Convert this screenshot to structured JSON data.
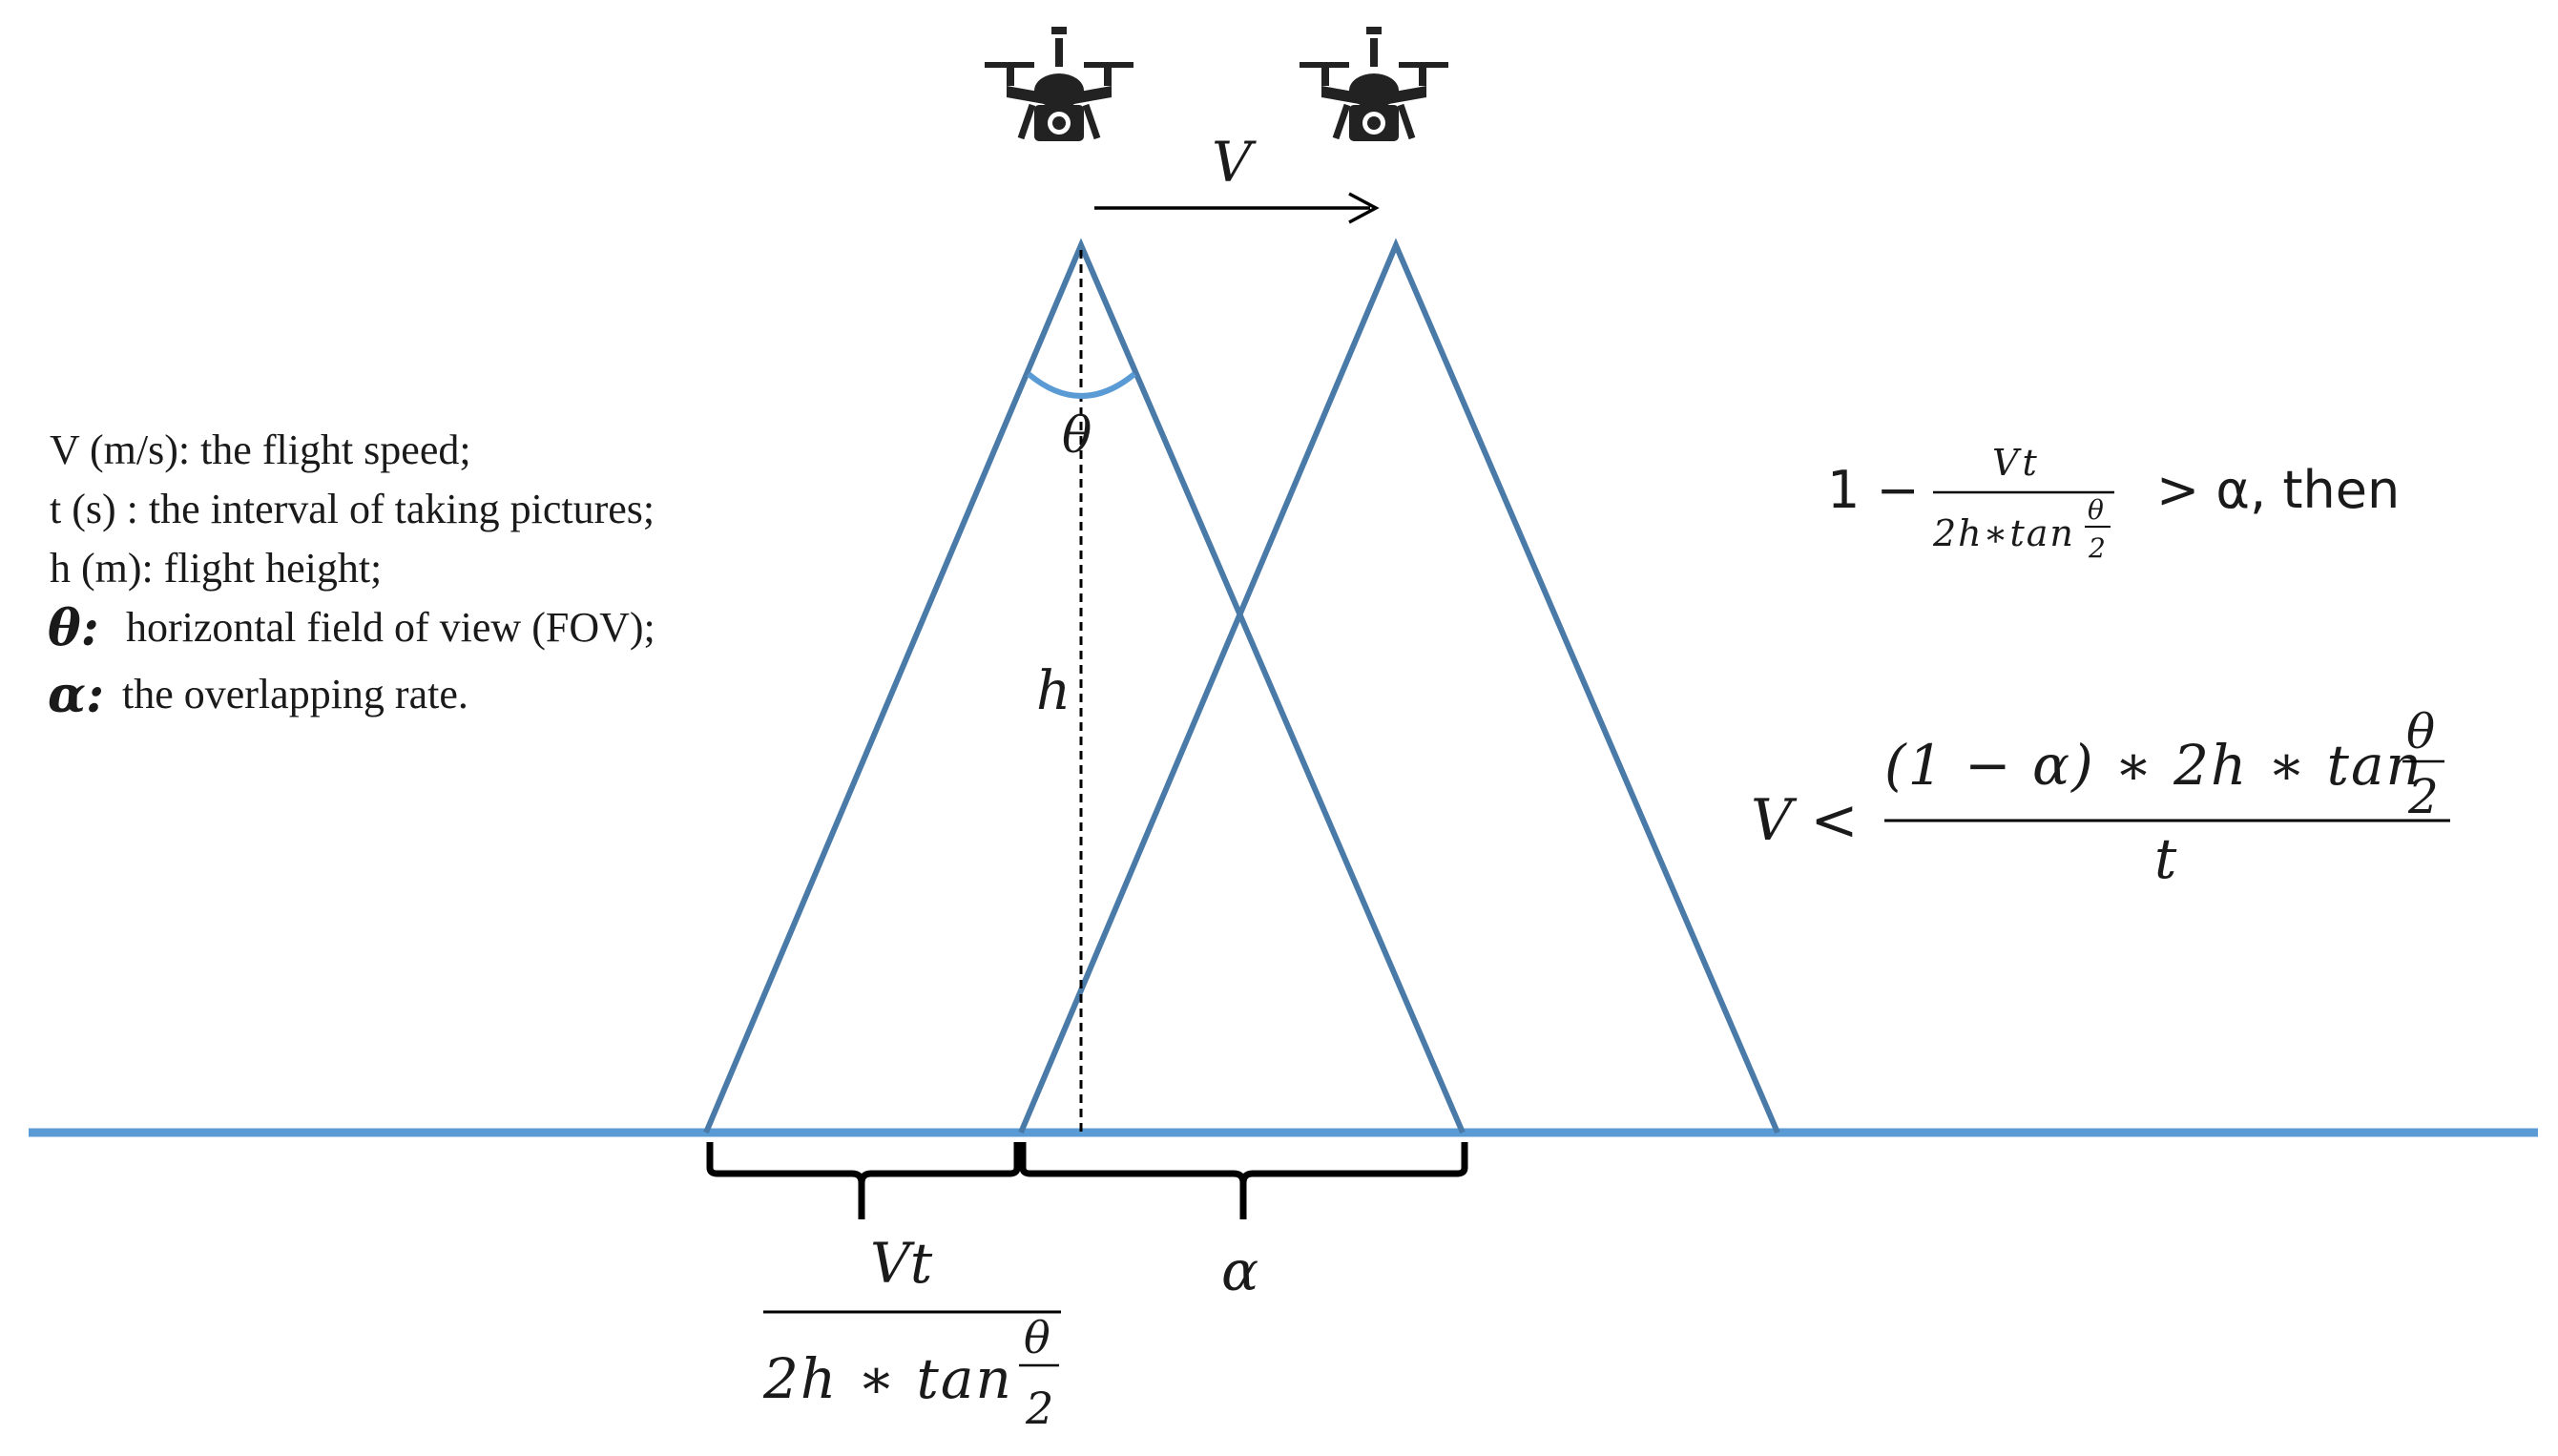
{
  "colors": {
    "triangle": "#4a7aa8",
    "ground": "#5b9bd5",
    "angle_arc": "#5b9bd5",
    "text": "#1a1a1a"
  },
  "icons": {
    "drone_left": "drone-camera-icon",
    "drone_right": "drone-camera-icon"
  },
  "legend": {
    "v": "V (m/s): the flight speed;",
    "t": "t (s) : the interval of taking pictures;",
    "h": "h (m): flight height;",
    "theta_symbol": "θ:",
    "theta_text": "horizontal field of view (FOV);",
    "alpha_symbol": "α:",
    "alpha_text": "the overlapping rate."
  },
  "labels": {
    "v_arrow": "V",
    "theta": "θ",
    "h": "h",
    "alpha": "α"
  },
  "bottom_fraction": {
    "num": "Vt",
    "den": "2h ∗ tan",
    "theta_num": "θ",
    "theta_den": "2"
  },
  "formula1": {
    "one": "1 −",
    "num": "Vt",
    "den": "2h∗tan",
    "theta_num": "θ",
    "theta_den": "2",
    "rhs": "> α, then"
  },
  "formula2": {
    "lhs": "V <",
    "num": "(1 − α) ∗ 2h ∗ tan",
    "theta_num": "θ",
    "theta_den": "2",
    "den": "t"
  }
}
